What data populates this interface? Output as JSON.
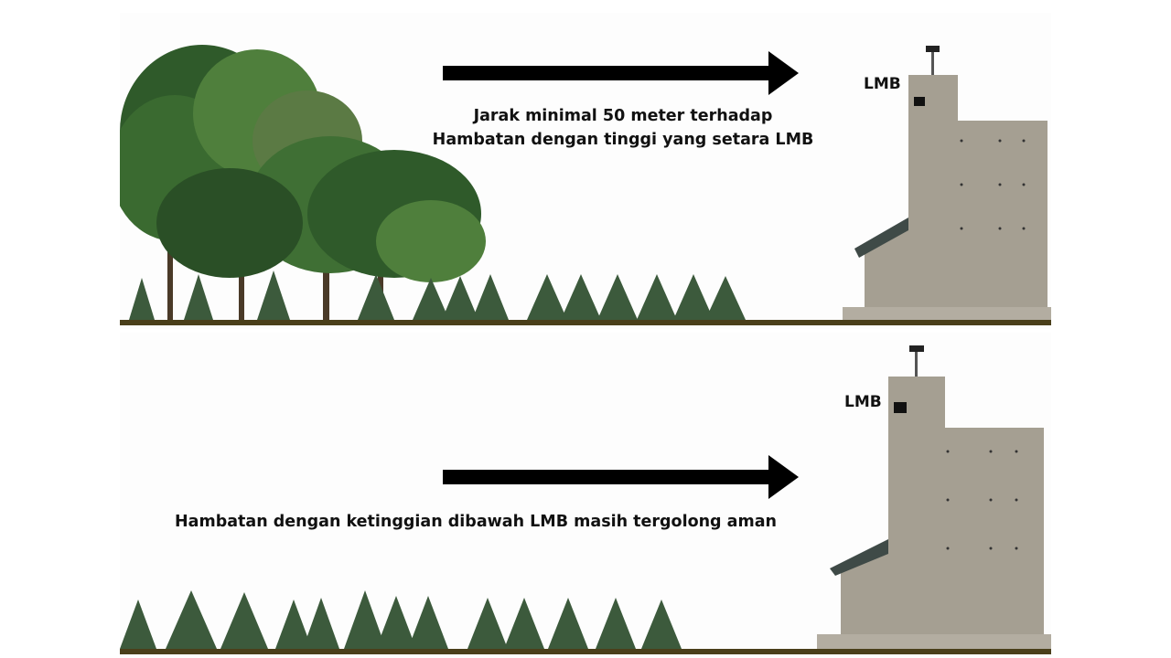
{
  "top": {
    "caption_line1": "Jarak minimal 50 meter terhadap",
    "caption_line2": "Hambatan dengan tinggi yang setara LMB",
    "lmb_label": "LMB"
  },
  "bottom": {
    "caption": "Hambatan dengan ketinggian dibawah LMB masih tergolong aman",
    "lmb_label": "LMB"
  },
  "colors": {
    "arrow": "#000000",
    "ground": "#4a3f1a",
    "building_wall": "#a59f92",
    "building_roof": "#3f4a47",
    "tree_dark": "#2f5a2a",
    "tree_light": "#4f7f3c",
    "pine": "#3c5a3c"
  },
  "icons": [
    "arrow-right-icon",
    "lightning-rod-icon",
    "tree-icon",
    "pine-tree-icon",
    "building-icon"
  ]
}
